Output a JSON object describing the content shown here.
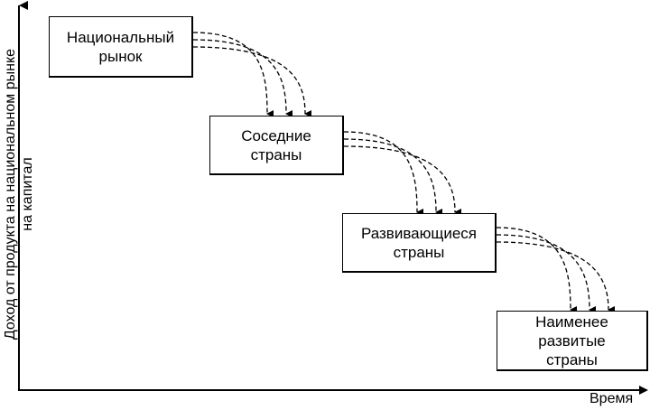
{
  "axes": {
    "x_label": "Время",
    "y_label_lines": [
      "Доход от продукта на национальном рынке",
      "на капитал"
    ]
  },
  "stages": [
    {
      "id": "national",
      "lines": [
        "Национальный",
        "рынок"
      ]
    },
    {
      "id": "neighbors",
      "lines": [
        "Соседние",
        "страны"
      ]
    },
    {
      "id": "developing",
      "lines": [
        "Развивающиеся",
        "страны"
      ]
    },
    {
      "id": "least-developed",
      "lines": [
        "Наименее",
        "развитые",
        "страны"
      ]
    }
  ]
}
